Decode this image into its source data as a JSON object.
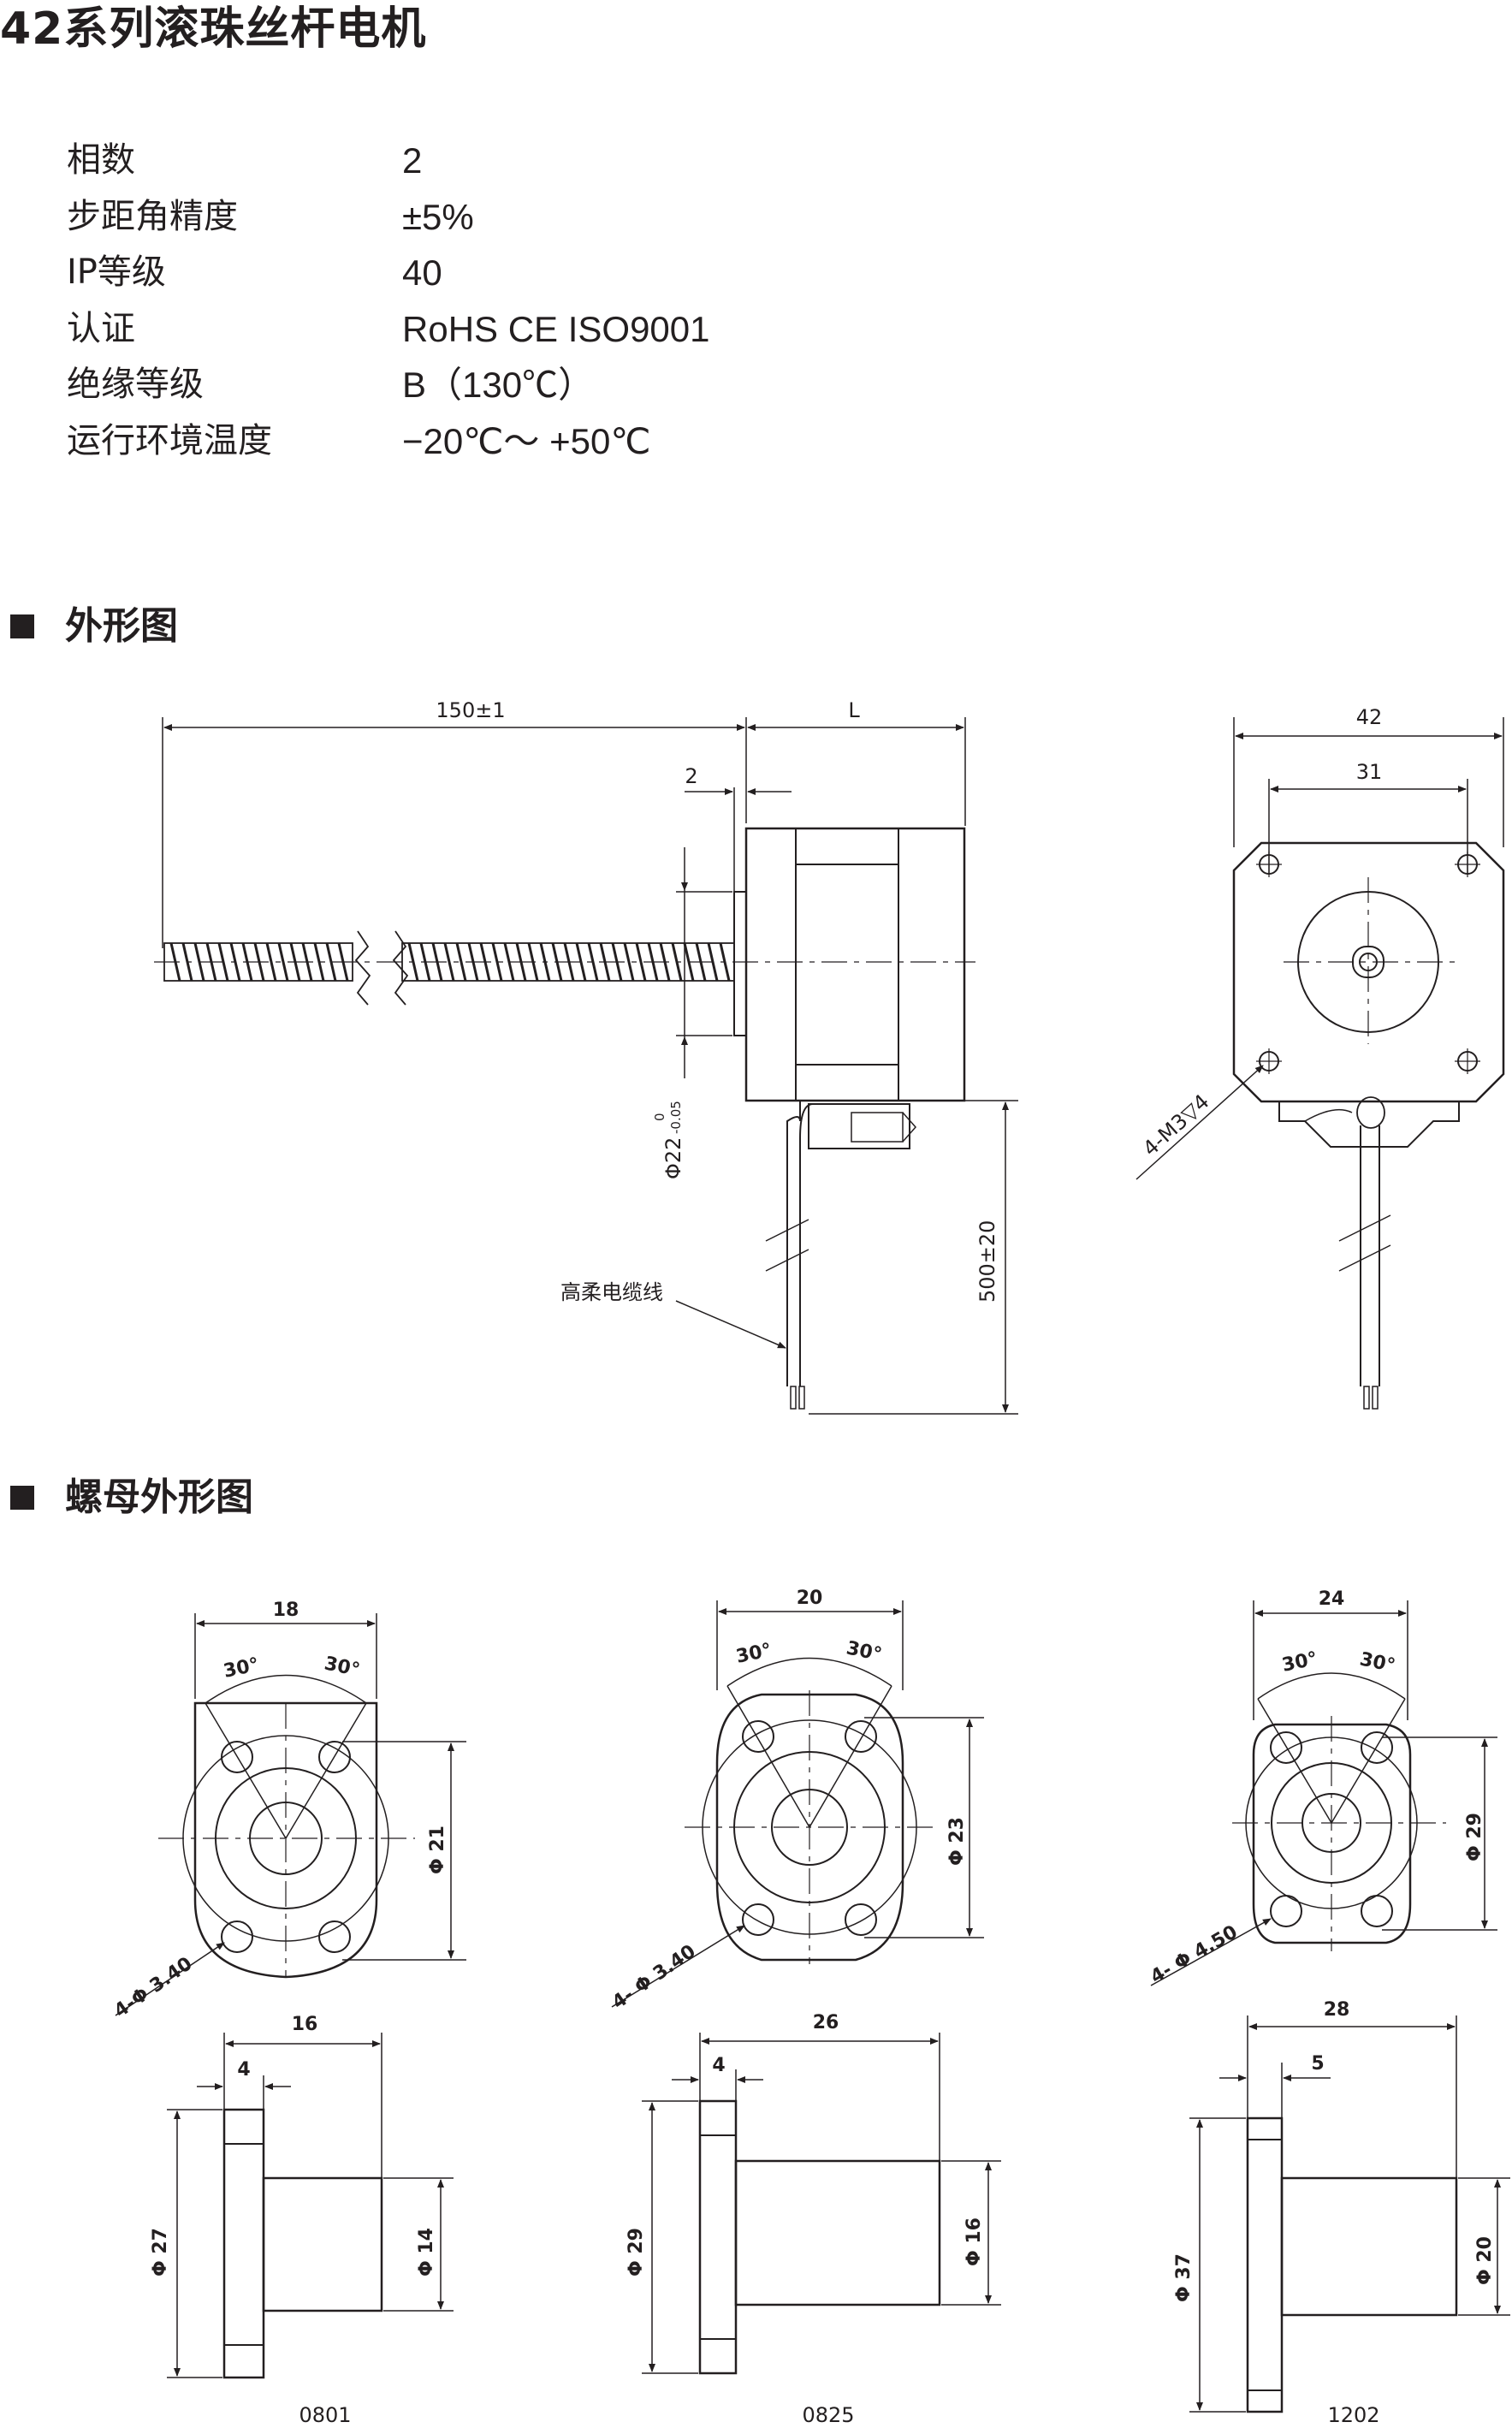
{
  "page_title": "42系列滚珠丝杆电机",
  "specs": [
    {
      "label": "相数",
      "value": "2"
    },
    {
      "label": "步距角精度",
      "value": "±5%"
    },
    {
      "label": "IP等级",
      "value": "40"
    },
    {
      "label": "认证",
      "value": "RoHS CE ISO9001"
    },
    {
      "label": "绝缘等级",
      "value": "B（130℃）"
    },
    {
      "label": "运行环境温度",
      "value": "−20℃～ +50℃"
    }
  ],
  "sections": {
    "outline": "外形图",
    "nut_outline": "螺母外形图"
  },
  "motor_dims": {
    "screw_length": "150±1",
    "body_length": "L",
    "boss": "2",
    "boss_dia": "Φ22",
    "boss_tol_upper": "0",
    "boss_tol_lower": "-0.05",
    "cable_length": "500±20",
    "cable_label": "高柔电缆线",
    "flange": "42",
    "hole_spacing": "31",
    "thread": "4-M3▽4"
  },
  "nuts": [
    {
      "model": "0801",
      "width": "18",
      "angle_left": "30°",
      "angle_right": "30°",
      "pcd": "Φ 21",
      "holes": "4-Φ 3.40",
      "length": "16",
      "flange_thk": "4",
      "flange_dia": "Φ 27",
      "body_dia": "Φ 14"
    },
    {
      "model": "0825",
      "width": "20",
      "angle_left": "30°",
      "angle_right": "30°",
      "pcd": "Φ 23",
      "holes": "4- Φ 3.40",
      "length": "26",
      "flange_thk": "4",
      "flange_dia": "Φ 29",
      "body_dia": "Φ 16"
    },
    {
      "model": "1202",
      "width": "24",
      "angle_left": "30°",
      "angle_right": "30°",
      "pcd": "Φ 29",
      "holes": "4- Φ 4.50",
      "length": "28",
      "flange_thk": "5",
      "flange_dia": "Φ 37",
      "body_dia": "Φ 20"
    }
  ]
}
